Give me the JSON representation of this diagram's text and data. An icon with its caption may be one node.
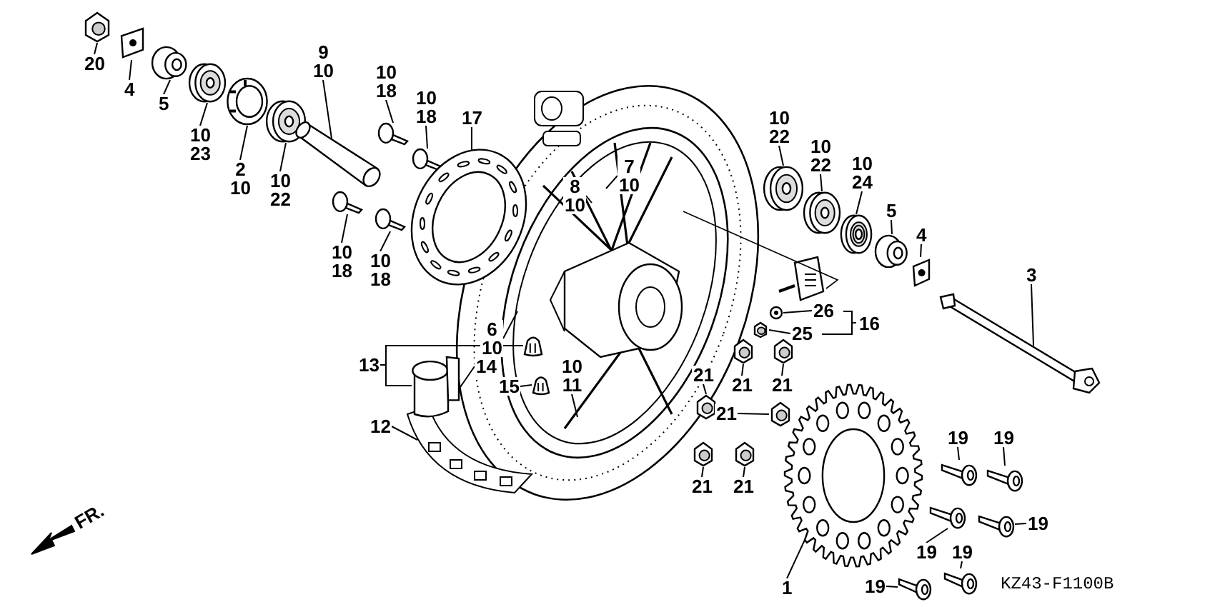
{
  "diagram": {
    "nodes": [
      {
        "text": [],
        "shape": "picture"
      },
      {
        "text": [
          "20"
        ]
      },
      {
        "text": [],
        "shape": "picture"
      },
      {
        "text": [
          "4"
        ]
      },
      {
        "text": [],
        "shape": "picture"
      },
      {
        "text": [
          "5"
        ]
      },
      {
        "text": [],
        "shape": "picture"
      },
      {
        "text": [
          "10",
          "23"
        ]
      },
      {
        "text": [],
        "shape": "picture"
      },
      {
        "text": [
          "2",
          "10"
        ]
      },
      {
        "text": [],
        "shape": "picture"
      },
      {
        "text": [
          "10",
          "22"
        ]
      },
      {
        "text": [],
        "shape": "picture"
      },
      {
        "text": [
          "9",
          "10"
        ]
      },
      {
        "text": [],
        "shape": "picture"
      },
      {
        "text": [
          "10",
          "18"
        ]
      },
      {
        "text": [],
        "shape": "picture"
      },
      {
        "text": [
          "10",
          "18"
        ]
      },
      {
        "text": [],
        "shape": "picture"
      },
      {
        "text": [
          "10",
          "18"
        ]
      },
      {
        "text": [],
        "shape": "picture"
      },
      {
        "text": [
          "10",
          "18"
        ]
      },
      {
        "text": [],
        "shape": "picture"
      },
      {
        "text": [
          "17"
        ]
      },
      {
        "text": [
          "7",
          "10"
        ]
      },
      {
        "text": [
          "8",
          "10"
        ]
      },
      {
        "text": [],
        "shape": "picture"
      },
      {
        "text": [
          "10",
          "22"
        ]
      },
      {
        "text": [],
        "shape": "picture"
      },
      {
        "text": [
          "10",
          "22"
        ]
      },
      {
        "text": [],
        "shape": "picture"
      },
      {
        "text": [
          "10",
          "24"
        ]
      },
      {
        "text": [],
        "shape": "picture"
      },
      {
        "text": [
          "5"
        ]
      },
      {
        "text": [],
        "shape": "picture"
      },
      {
        "text": [
          "4"
        ]
      },
      {
        "text": [],
        "shape": "bar"
      },
      {
        "text": [
          "3"
        ]
      },
      {
        "text": [
          "6",
          "10"
        ]
      },
      {
        "text": [],
        "shape": "picture"
      },
      {
        "text": [
          "26"
        ]
      },
      {
        "text": [],
        "shape": "picture"
      },
      {
        "text": [
          "25"
        ]
      },
      {
        "text": [],
        "shape": "picture"
      },
      {
        "text": [],
        "shape": "cylinder"
      },
      {
        "text": [
          "14"
        ]
      },
      {
        "text": [],
        "shape": "picture"
      },
      {
        "text": [
          "15"
        ]
      },
      {
        "text": [
          "10",
          "11"
        ]
      },
      {
        "text": [
          "12"
        ]
      },
      {
        "text": [],
        "shape": "picture"
      },
      {
        "text": [
          "21"
        ]
      },
      {
        "text": [],
        "shape": "picture"
      },
      {
        "text": [
          "21"
        ]
      },
      {
        "text": [],
        "shape": "picture"
      },
      {
        "text": [
          "21"
        ]
      },
      {
        "text": [],
        "shape": "picture"
      },
      {
        "text": [
          "21"
        ]
      },
      {
        "text": [],
        "shape": "picture"
      },
      {
        "text": [
          "21"
        ]
      },
      {
        "text": [],
        "shape": "picture"
      },
      {
        "text": [
          "21"
        ]
      },
      {
        "text": [],
        "shape": "picture"
      },
      {
        "text": [
          "1"
        ]
      },
      {
        "text": [],
        "shape": "picture"
      },
      {
        "text": [
          "19"
        ]
      },
      {
        "text": [],
        "shape": "picture"
      },
      {
        "text": [
          "19"
        ]
      },
      {
        "text": [],
        "shape": "picture"
      },
      {
        "text": [
          "19"
        ]
      },
      {
        "text": [],
        "shape": "picture"
      },
      {
        "text": [
          "19"
        ]
      },
      {
        "text": [],
        "shape": "picture"
      },
      {
        "text": [
          "19"
        ]
      },
      {
        "text": [],
        "shape": "picture"
      },
      {
        "text": [
          "19"
        ]
      },
      {
        "text": [
          "13"
        ]
      },
      {
        "text": [
          "16"
        ]
      }
    ],
    "edges": [
      {
        "from": 1,
        "to": 0,
        "arrow": "none"
      },
      {
        "from": 3,
        "to": 2,
        "arrow": "none"
      },
      {
        "from": 5,
        "to": 4,
        "arrow": "none"
      },
      {
        "from": 7,
        "to": 6,
        "arrow": "none"
      },
      {
        "from": 9,
        "to": 8,
        "arrow": "none"
      },
      {
        "from": 11,
        "to": 10,
        "arrow": "none"
      },
      {
        "from": 13,
        "to": 12,
        "arrow": "none"
      },
      {
        "from": 15,
        "to": 14,
        "arrow": "none"
      },
      {
        "from": 17,
        "to": 16,
        "arrow": "none"
      },
      {
        "from": 19,
        "to": 18,
        "arrow": "none"
      },
      {
        "from": 21,
        "to": 20,
        "arrow": "none"
      },
      {
        "from": 23,
        "to": 22,
        "arrow": "none"
      },
      {
        "from": 24,
        "to": null,
        "arrow": "none"
      },
      {
        "from": 25,
        "to": null,
        "arrow": "none"
      },
      {
        "from": 27,
        "to": 26,
        "arrow": "none"
      },
      {
        "from": 29,
        "to": 28,
        "arrow": "none"
      },
      {
        "from": 31,
        "to": 30,
        "arrow": "none"
      },
      {
        "from": 33,
        "to": 32,
        "arrow": "none"
      },
      {
        "from": 35,
        "to": 34,
        "arrow": "none"
      },
      {
        "from": 37,
        "to": 36,
        "arrow": "none"
      },
      {
        "from": 38,
        "to": null,
        "arrow": "none"
      },
      {
        "from": 40,
        "to": 39,
        "arrow": "none"
      },
      {
        "from": 42,
        "to": 41,
        "arrow": "none"
      },
      {
        "from": 45,
        "to": 44,
        "arrow": "none"
      },
      {
        "from": 47,
        "to": 46,
        "arrow": "none"
      },
      {
        "from": 48,
        "to": null,
        "arrow": "none"
      },
      {
        "from": 49,
        "to": null,
        "arrow": "none"
      },
      {
        "from": 51,
        "to": 50,
        "arrow": "none"
      },
      {
        "from": 53,
        "to": 52,
        "arrow": "none"
      },
      {
        "from": 55,
        "to": 54,
        "arrow": "none"
      },
      {
        "from": 57,
        "to": 56,
        "arrow": "none"
      },
      {
        "from": 59,
        "to": 58,
        "arrow": "none"
      },
      {
        "from": 61,
        "to": 60,
        "arrow": "none"
      },
      {
        "from": 63,
        "to": 62,
        "arrow": "none"
      },
      {
        "from": 65,
        "to": 64,
        "arrow": "none"
      },
      {
        "from": 67,
        "to": 66,
        "arrow": "none"
      },
      {
        "from": 69,
        "to": 68,
        "arrow": "none"
      },
      {
        "from": 71,
        "to": 70,
        "arrow": "none"
      },
      {
        "from": 73,
        "to": 72,
        "arrow": "none"
      },
      {
        "from": 75,
        "to": 74,
        "arrow": "none"
      },
      {
        "from": 76,
        "to": 43,
        "arrow": "none"
      },
      {
        "from": 76,
        "to": 44,
        "arrow": "none"
      }
    ],
    "labels": [
      "FR.",
      "KZ43-F1100B"
    ]
  }
}
